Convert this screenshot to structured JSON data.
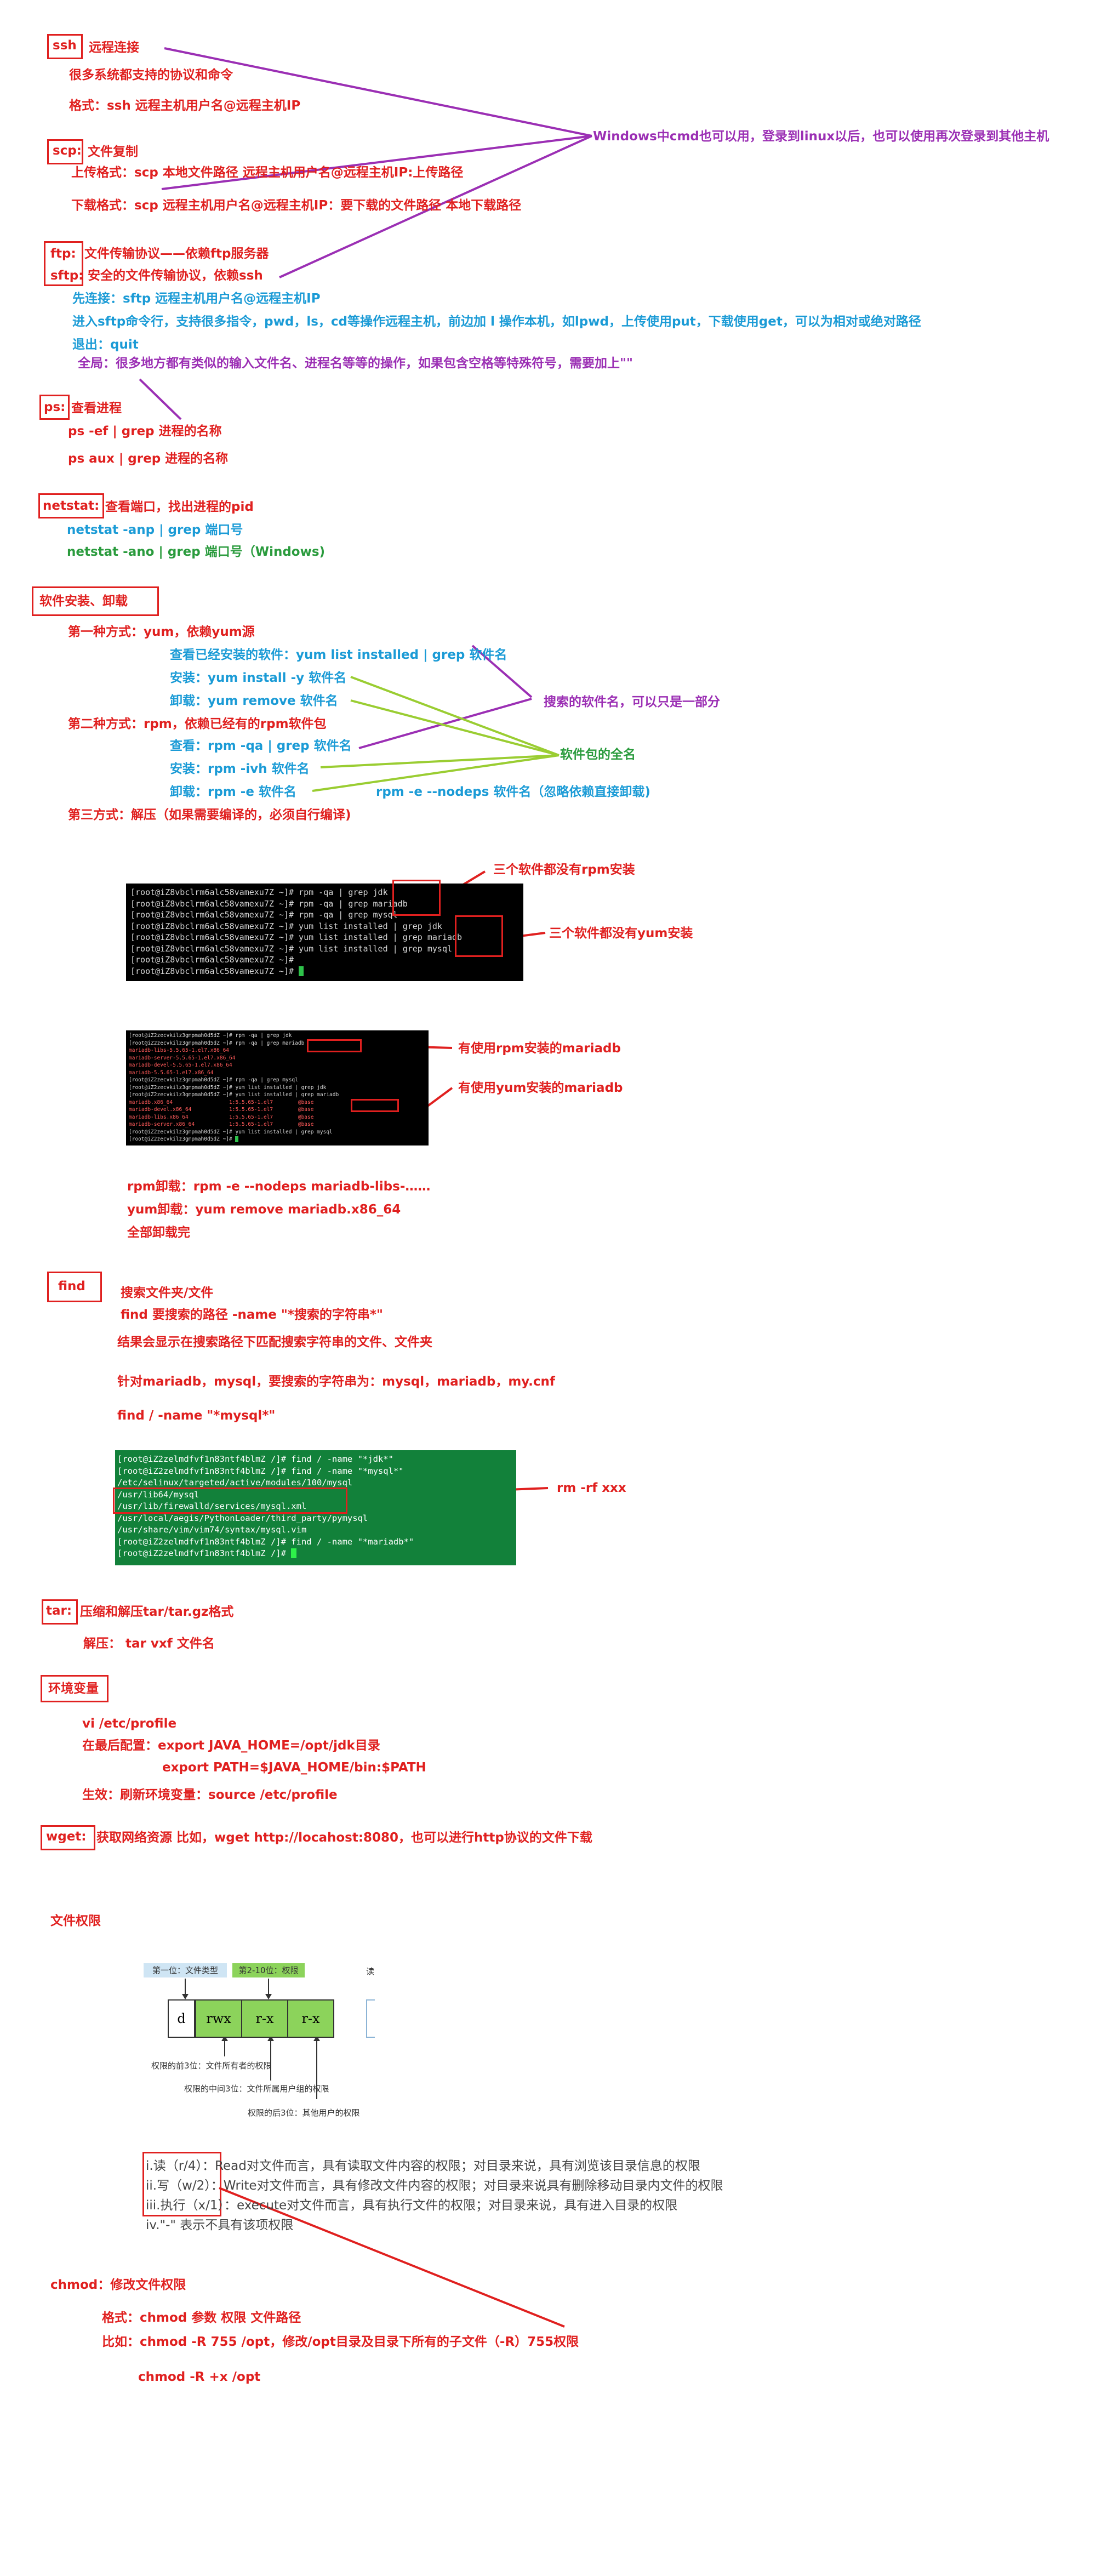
{
  "ssh": {
    "tag": "ssh",
    "title": "远程连接",
    "desc": "很多系统都支持的协议和命令",
    "format": "格式：ssh 远程主机用户名@远程主机IP"
  },
  "windows_note": "Windows中cmd也可以用，登录到linux以后，也可以使用再次登录到其他主机",
  "scp": {
    "tag": "scp:",
    "title": "文件复制",
    "upload": "上传格式：scp   本地文件路径      远程主机用户名@远程主机IP:上传路径",
    "download": "下载格式：scp  远程主机用户名@远程主机IP：要下载的文件路径   本地下载路径"
  },
  "ftp": {
    "ftp": "ftp:",
    "ftp_desc": "文件传输协议——依赖ftp服务器",
    "sftp": "sftp:",
    "sftp_desc": "安全的文件传输协议，依赖ssh",
    "connect": "先连接：sftp  远程主机用户名@远程主机IP",
    "enter": "进入sftp命令行，支持很多指令，pwd，ls，cd等操作远程主机，前边加 l 操作本机，如lpwd，上传使用put，下载使用get，可以为相对或绝对路径",
    "exit": "退出：quit",
    "global": "全局：很多地方都有类似的输入文件名、进程名等等的操作，如果包含空格等特殊符号，需要加上\"\""
  },
  "ps": {
    "tag": "ps:",
    "title": "查看进程",
    "cmd1": "ps -ef | grep 进程的名称",
    "cmd2": "ps aux | grep 进程的名称"
  },
  "netstat": {
    "tag": "netstat:",
    "title": "查看端口，找出进程的pid",
    "cmd1": "netstat -anp | grep 端口号",
    "cmd2": "netstat -ano | grep 端口号（Windows)"
  },
  "software": {
    "tag": "软件安装、卸载",
    "way1": "第一种方式：yum，依赖yum源",
    "yum_list": "查看已经安装的软件：yum list installed | grep 软件名",
    "yum_install": "安装：yum install -y 软件名",
    "yum_remove": "卸载：yum remove 软件名",
    "way2": "第二种方式：rpm，依赖已经有的rpm软件包",
    "rpm_query": "查看：rpm -qa | grep 软件名",
    "rpm_install": "安装：rpm -ivh 软件名",
    "rpm_remove": "卸载：rpm -e 软件名",
    "rpm_nodeps": "rpm -e --nodeps 软件名（忽略依赖直接卸载)",
    "way3": "第三方式：解压（如果需要编译的，必须自行编译)",
    "partial_note": "搜索的软件名，可以只是一部分",
    "full_note": "软件包的全名"
  },
  "terminal1": {
    "lines": [
      "[root@iZ8vbclrm6alc58vamexu7Z ~]# rpm -qa | grep jdk",
      "[root@iZ8vbclrm6alc58vamexu7Z ~]# rpm -qa | grep mariadb",
      "[root@iZ8vbclrm6alc58vamexu7Z ~]# rpm -qa | grep mysql",
      "[root@iZ8vbclrm6alc58vamexu7Z ~]# yum list installed | grep jdk",
      "[root@iZ8vbclrm6alc58vamexu7Z ~]# yum list installed | grep mariadb",
      "[root@iZ8vbclrm6alc58vamexu7Z ~]# yum list installed | grep mysql",
      "[root@iZ8vbclrm6alc58vamexu7Z ~]#",
      "[root@iZ8vbclrm6alc58vamexu7Z ~]# "
    ],
    "note_rpm": "三个软件都没有rpm安装",
    "note_yum": "三个软件都没有yum安装"
  },
  "terminal2": {
    "lines": [
      "[root@iZ2zecvkilz3gmpmah0d5dZ ~]# rpm -qa | grep jdk",
      "[root@iZ2zecvkilz3gmpmah0d5dZ ~]# rpm -qa | grep mariadb",
      "mariadb-libs-5.5.65-1.el7.x86_64",
      "mariadb-server-5.5.65-1.el7.x86_64",
      "mariadb-devel-5.5.65-1.el7.x86_64",
      "mariadb-5.5.65-1.el7.x86_64",
      "[root@iZ2zecvkilz3gmpmah0d5dZ ~]# rpm -qa | grep mysql",
      "[root@iZ2zecvkilz3gmpmah0d5dZ ~]# yum list installed | grep jdk",
      "[root@iZ2zecvkilz3gmpmah0d5dZ ~]# yum list installed | grep mariadb",
      "mariadb.x86_64                  1:5.5.65-1.el7        @base",
      "mariadb-devel.x86_64            1:5.5.65-1.el7        @base",
      "mariadb-libs.x86_64             1:5.5.65-1.el7        @base",
      "mariadb-server.x86_64           1:5.5.65-1.el7        @base",
      "[root@iZ2zecvkilz3gmpmah0d5dZ ~]# yum list installed | grep mysql",
      "[root@iZ2zecvkilz3gmpmah0d5dZ ~]# "
    ],
    "note_rpm": "有使用rpm安装的mariadb",
    "note_yum": "有使用yum安装的mariadb"
  },
  "uninstall": {
    "rpm": "rpm卸载：rpm -e --nodeps mariadb-libs-……",
    "yum": "yum卸载：yum remove mariadb.x86_64",
    "done": "全部卸载完"
  },
  "find": {
    "tag": "find",
    "title": "搜索文件夹/文件",
    "syntax": "find    要搜索的路径      -name      \"*搜索的字符串*\"",
    "result": "结果会显示在搜索路径下匹配搜索字符串的文件、文件夹",
    "example": "针对mariadb，mysql，要搜索的字符串为：mysql，mariadb，my.cnf",
    "cmd": "find / -name \"*mysql*\"",
    "rm_note": "rm -rf xxx"
  },
  "terminal3": {
    "lines": [
      "[root@iZ2zelmdfvf1n83ntf4blmZ /]# find / -name \"*jdk*\"",
      "[root@iZ2zelmdfvf1n83ntf4blmZ /]# find / -name \"*mysql*\"",
      "/etc/selinux/targeted/active/modules/100/mysql",
      "/usr/lib64/mysql",
      "/usr/lib/firewalld/services/mysql.xml",
      "/usr/local/aegis/PythonLoader/third_party/pymysql",
      "/usr/share/vim/vim74/syntax/mysql.vim",
      "[root@iZ2zelmdfvf1n83ntf4blmZ /]# find / -name \"*mariadb*\"",
      "[root@iZ2zelmdfvf1n83ntf4blmZ /]# "
    ]
  },
  "tar": {
    "tag": "tar:",
    "title": "压缩和解压tar/tar.gz格式",
    "unzip": "解压：     tar vxf 文件名"
  },
  "env": {
    "tag": "环境变量",
    "vi": "vi /etc/profile",
    "config": "在最后配置：export JAVA_HOME=/opt/jdk目录",
    "path": "export PATH=$JAVA_HOME/bin:$PATH",
    "effect": "生效：刷新环境变量：source  /etc/profile"
  },
  "wget": {
    "tag": "wget:",
    "desc": "获取网络资源   比如，wget http://locahost:8080，也可以进行http协议的文件下载"
  },
  "perm": {
    "title": "文件权限",
    "label1": "第一位：文件类型",
    "label2": "第2-10位：权限",
    "label_more": "读",
    "cells": [
      "d",
      "rwx",
      "r-x",
      "r-x"
    ],
    "note1": "权限的前3位：文件所有者的权限",
    "note2": "权限的中间3位：文件所属用户组的权限",
    "note3": "权限的后3位：其他用户的权限",
    "lines": [
      "i.读（r/4）：Read对文件而言，具有读取文件内容的权限；对目录来说，具有浏览该目录信息的权限",
      "ii.写（w/2）：Write对文件而言，具有修改文件内容的权限；对目录来说具有删除移动目录内文件的权限",
      "iii.执行（x/1）：execute对文件而言，具有执行文件的权限；对目录来说，具有进入目录的权限",
      "iv.\"-\" 表示不具有该项权限"
    ]
  },
  "chmod": {
    "title": "chmod：修改文件权限",
    "format": "格式：chmod 参数 权限 文件路径",
    "example": "比如：chmod -R 755 /opt，修改/opt目录及目录下所有的子文件（-R）755权限",
    "example2": "chmod -R +x /opt"
  },
  "colors": {
    "red": "#e0201f",
    "purple": "#9b2fb4",
    "blue": "#1b9bd6",
    "green": "#2a9b3d",
    "terminal_bg": "#000000",
    "terminal_green": "#12813a"
  }
}
